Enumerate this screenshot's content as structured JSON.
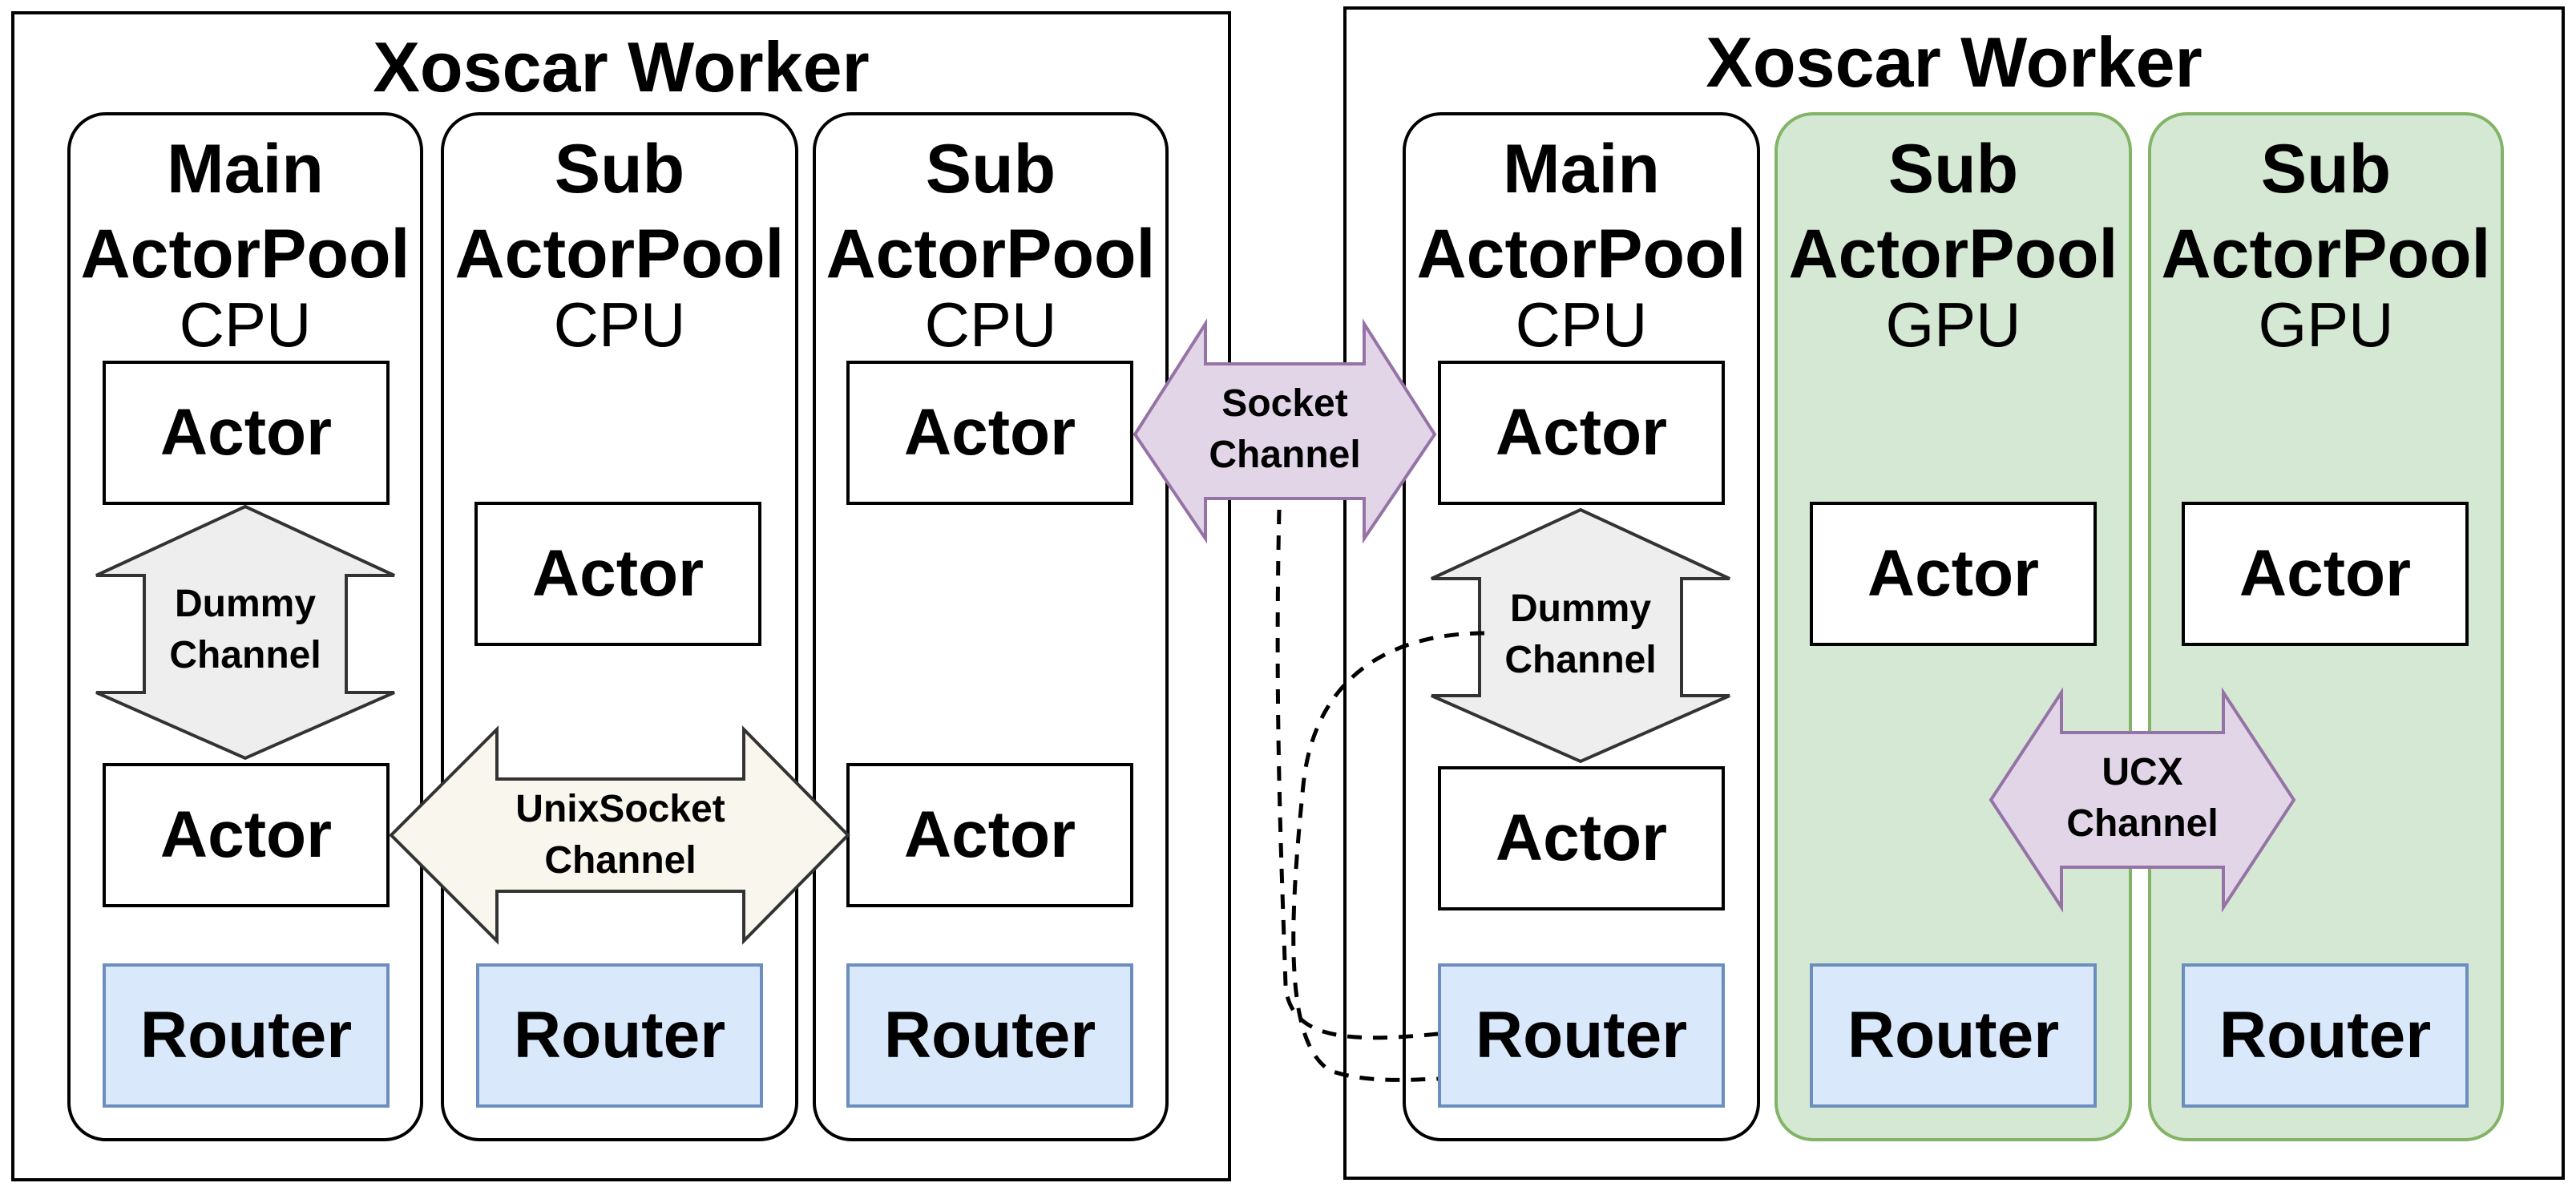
{
  "workers": [
    {
      "title": "Xoscar Worker",
      "pools": [
        {
          "name_line1": "Main",
          "name_line2": "ActorPool",
          "device": "CPU",
          "actors": [
            "Actor",
            "Actor"
          ],
          "router": "Router"
        },
        {
          "name_line1": "Sub",
          "name_line2": "ActorPool",
          "device": "CPU",
          "actors": [
            "Actor"
          ],
          "router": "Router"
        },
        {
          "name_line1": "Sub",
          "name_line2": "ActorPool",
          "device": "CPU",
          "actors": [
            "Actor",
            "Actor"
          ],
          "router": "Router"
        }
      ]
    },
    {
      "title": "Xoscar Worker",
      "pools": [
        {
          "name_line1": "Main",
          "name_line2": "ActorPool",
          "device": "CPU",
          "actors": [
            "Actor",
            "Actor"
          ],
          "router": "Router"
        },
        {
          "name_line1": "Sub",
          "name_line2": "ActorPool",
          "device": "GPU",
          "actors": [
            "Actor"
          ],
          "router": "Router"
        },
        {
          "name_line1": "Sub",
          "name_line2": "ActorPool",
          "device": "GPU",
          "actors": [
            "Actor"
          ],
          "router": "Router"
        }
      ]
    }
  ],
  "channels": {
    "dummy_left": "Dummy\nChannel",
    "unixsocket": "UnixSocket\nChannel",
    "socket": "Socket\nChannel",
    "dummy_right": "Dummy\nChannel",
    "ucx": "UCX\nChannel"
  },
  "colors": {
    "gpu_pool_fill": "#d5e8d4",
    "gpu_pool_border": "#82b366",
    "router_fill": "#dae8fc",
    "router_border": "#6c8ebf",
    "dummy_arrow_fill": "#eeeeee",
    "unixsocket_arrow_fill": "#f9f7ed",
    "socket_ucx_arrow_fill": "#e1d5e7",
    "socket_ucx_arrow_border": "#9673a6"
  }
}
